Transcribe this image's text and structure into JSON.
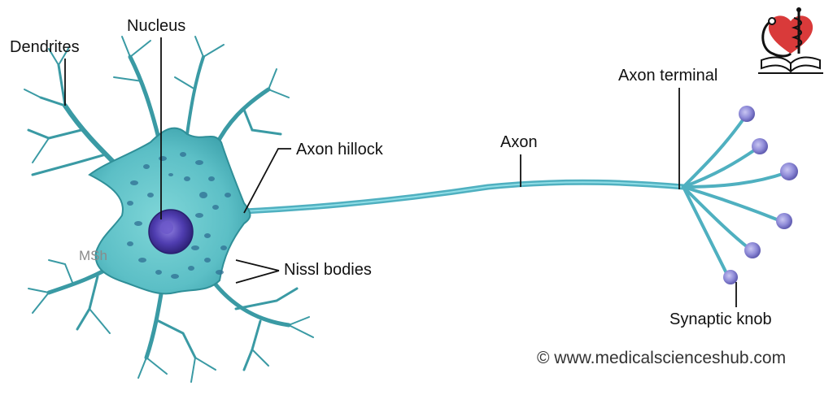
{
  "labels": {
    "dendrites": "Dendrites",
    "nucleus": "Nucleus",
    "axon_hillock": "Axon hillock",
    "axon": "Axon",
    "axon_terminal": "Axon terminal",
    "nissl_bodies": "Nissl bodies",
    "synaptic_knob": "Synaptic knob"
  },
  "watermark": "MSh",
  "copyright": "© www.medicalscienceshub.com",
  "logo": {
    "icon": "heart-caduceus-book-icon"
  },
  "colors": {
    "cell_body": "#63c3c9",
    "cell_outline": "#2f8f98",
    "nissl": "#2f6f93",
    "nucleus": "#4b3aa5",
    "axon": "#5cb8c8",
    "knob": "#8a86d4",
    "logo_heart": "#d93a3a"
  }
}
